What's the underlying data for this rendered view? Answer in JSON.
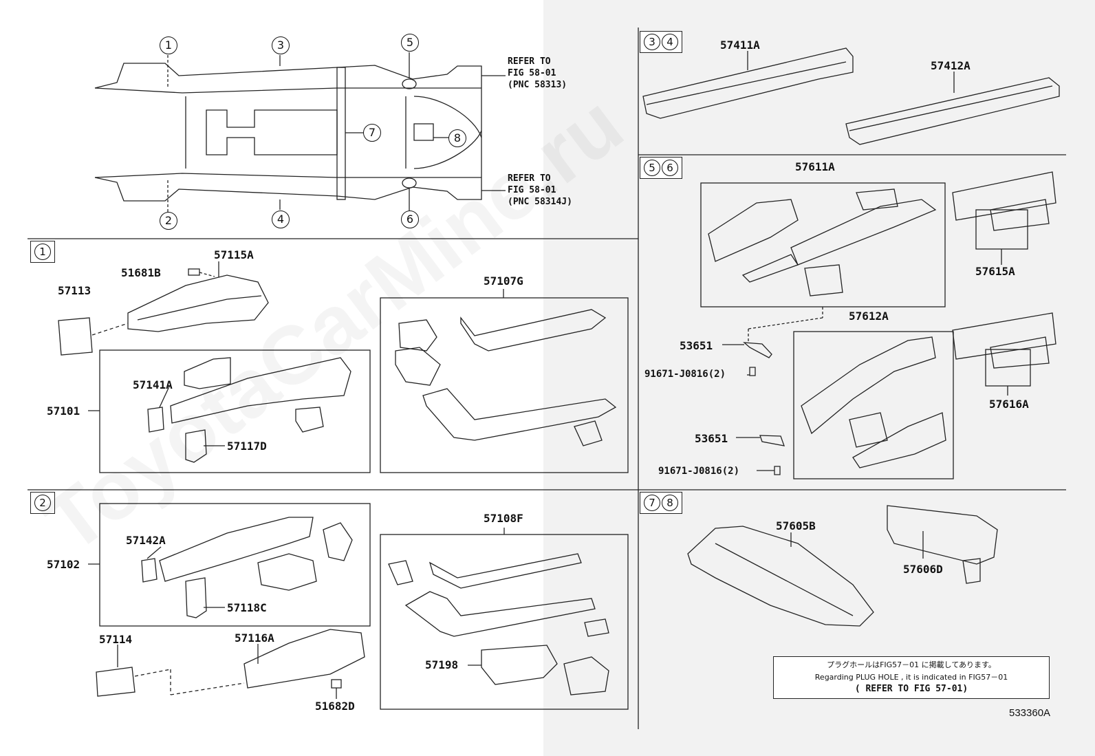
{
  "overview": {
    "callouts": [
      "1",
      "2",
      "3",
      "4",
      "5",
      "6",
      "7",
      "8"
    ],
    "refer_upper": "REFER TO\nFIG 58-01\n(PNC 58313)",
    "refer_lower": "REFER TO\nFIG 58-01\n(PNC 58314J)"
  },
  "sections": {
    "s1": {
      "tag": [
        "1"
      ]
    },
    "s2": {
      "tag": [
        "2"
      ]
    },
    "s34": {
      "tag": [
        "3",
        "4"
      ]
    },
    "s56": {
      "tag": [
        "5",
        "6"
      ]
    },
    "s78": {
      "tag": [
        "7",
        "8"
      ]
    }
  },
  "parts": {
    "p57113": "57113",
    "p51681B": "51681B",
    "p57115A": "57115A",
    "p57107G": "57107G",
    "p57141A": "57141A",
    "p57101": "57101",
    "p57117D": "57117D",
    "p57142A": "57142A",
    "p57102": "57102",
    "p57118C": "57118C",
    "p57108F": "57108F",
    "p57114": "57114",
    "p57116A": "57116A",
    "p51682D": "51682D",
    "p57198": "57198",
    "p57411A": "57411A",
    "p57412A": "57412A",
    "p57611A": "57611A",
    "p57615A": "57615A",
    "p57612A": "57612A",
    "p57616A": "57616A",
    "p53651a": "53651",
    "p53651b": "53651",
    "p91671a": "91671-J0816(2)",
    "p91671b": "91671-J0816(2)",
    "p57605B": "57605B",
    "p57606D": "57606D"
  },
  "note": {
    "jp": "プラグホールはFIG57－01 に掲載してあります。",
    "en": "Regarding PLUG HOLE , it is indicated in FIG57－01",
    "ref": "( REFER TO FIG 57-01)"
  },
  "diagram_code": "533360A",
  "watermark": "ToyotaCarMine.ru"
}
